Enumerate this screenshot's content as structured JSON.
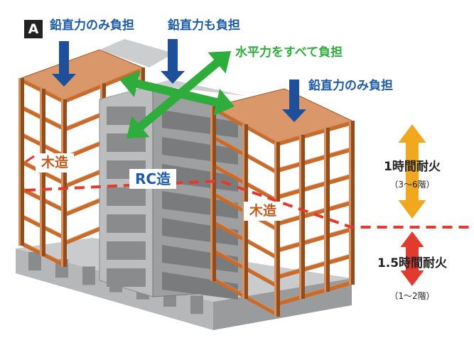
{
  "badge": "A",
  "labels": {
    "vertical_only_left": "鉛直力のみ負担",
    "vertical_also": "鉛直力も負担",
    "horizontal_all": "水平力をすべて負担",
    "vertical_only_right": "鉛直力のみ負担"
  },
  "zones": {
    "wood_upper": "木造",
    "rc_core": "RC造",
    "wood_lower": "木造"
  },
  "fire_rating": {
    "upper": {
      "rating": "1時間耐火",
      "floors": "（3～6階）"
    },
    "lower": {
      "rating": "1.5時間耐火",
      "floors": "（1～2階）"
    }
  },
  "colors": {
    "timber": "#c96b2a",
    "concrete": "#c5c7c9",
    "vertical_arrow": "#1d4f9a",
    "horizontal_arrow": "#2eac3c",
    "upper_fire_arrow": "#f2a81e",
    "lower_fire_arrow": "#e23a2c",
    "boundary_line": "#e23a2c"
  }
}
